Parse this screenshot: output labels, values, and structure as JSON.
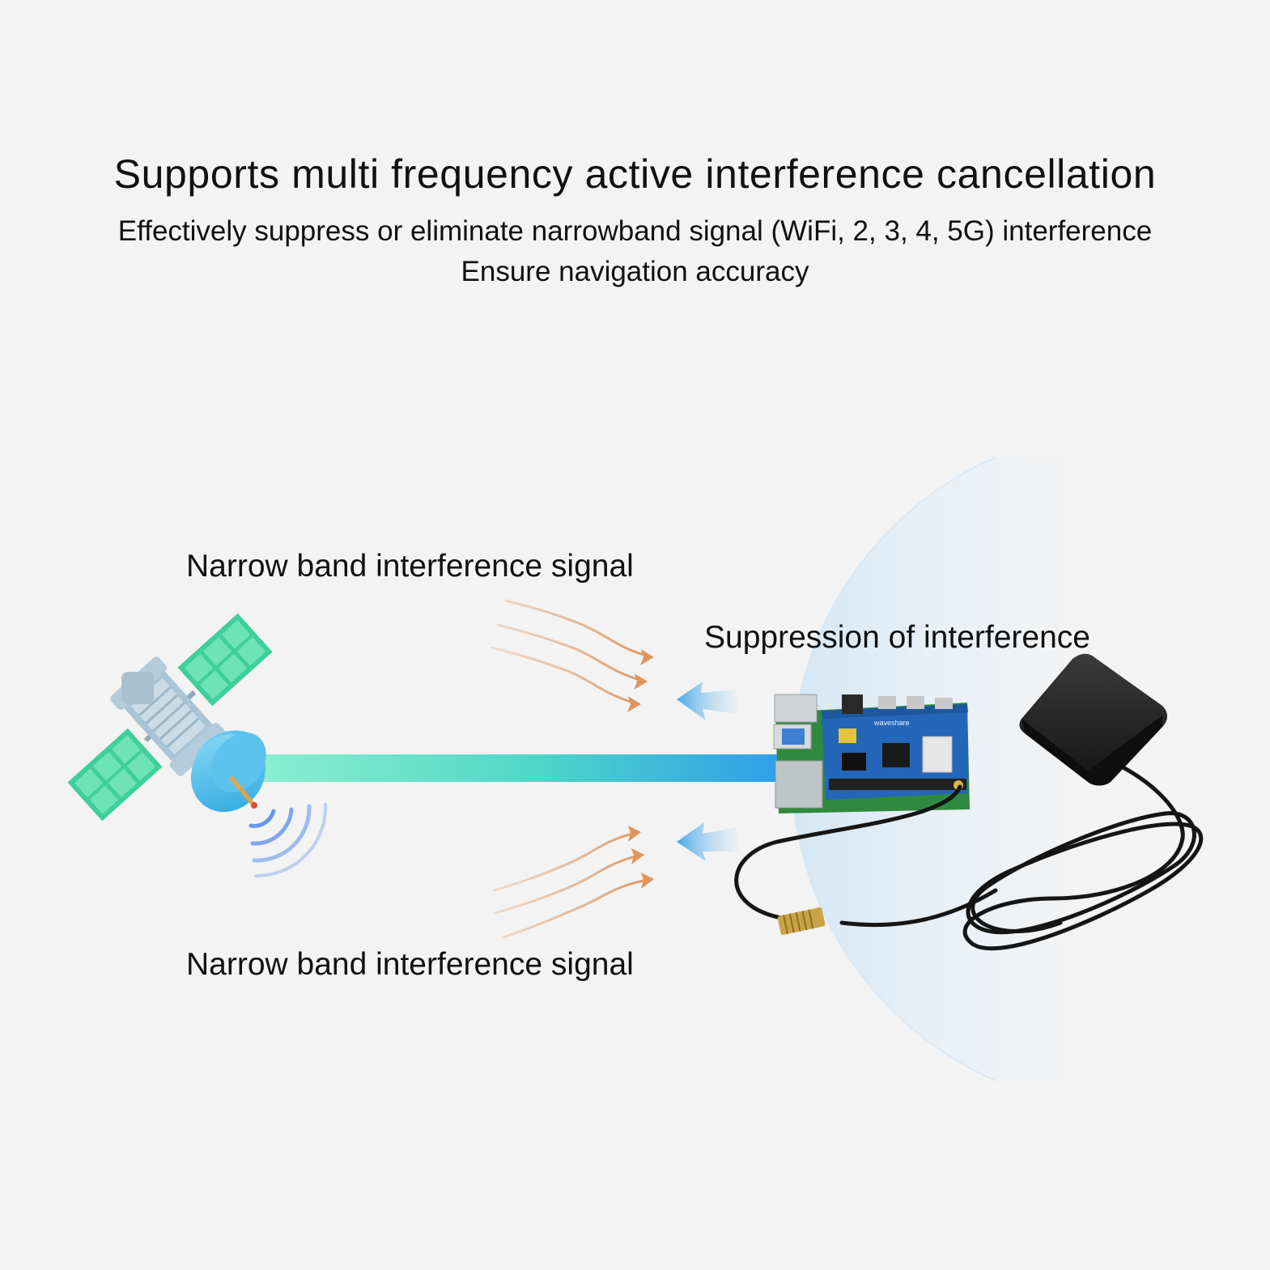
{
  "header": {
    "title": "Supports multi frequency active interference cancellation",
    "subtitle_line1": "Effectively suppress or eliminate narrowband signal (WiFi, 2, 3, 4, 5G) interference",
    "subtitle_line2": "Ensure navigation accuracy"
  },
  "diagram": {
    "top_signal_label": "Narrow band interference signal",
    "bottom_signal_label": "Narrow band interference signal",
    "suppression_label": "Suppression of interference",
    "icons": [
      "satellite-icon",
      "signal-beam",
      "gnss-module-board",
      "gps-antenna"
    ]
  },
  "colors": {
    "interference_wave": "#e0955e",
    "shield_blue": "#bcdcf3",
    "beam_start": "#8ff0d0",
    "beam_end": "#2f9fe8",
    "satellite_panel": "#3fcf9c",
    "satellite_dish": "#3fb6e6"
  }
}
